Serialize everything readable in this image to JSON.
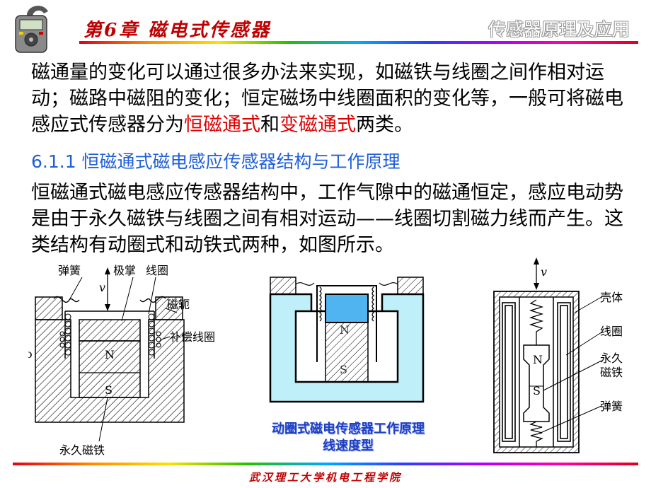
{
  "header": {
    "chapter_title": "第6章  磁电式传感器",
    "course_name": "传感器原理及应用"
  },
  "intro": {
    "part1": "磁通量的变化可以通过很多办法来实现，如磁铁与线圈之间作相对运动；磁路中磁阻的变化；恒定磁场中线圈面积的变化等，一般可将磁电感应式传感器分为",
    "term1": "恒磁通式",
    "and": "和",
    "term2": "变磁通式",
    "part2": "两类。"
  },
  "section": {
    "heading": "6.1.1  恒磁通式磁电感应传感器结构与工作原理",
    "body": "恒磁通式磁电感应传感器结构中，工作气隙中的磁通恒定，感应电动势是由于永久磁铁与线圈之间有相对运动——线圈切割磁力线而产生。这类结构有动圈式和动铁式两种，如图所示。"
  },
  "figure_left": {
    "labels": {
      "spring": "弹簧",
      "pole_shoe": "极掌",
      "coil": "线圈",
      "velocity": "v",
      "yoke": "磁轭",
      "compensation_coil": "补偿线圈",
      "n_pole": "N",
      "s_pole": "S",
      "magnet": "永久磁铁",
      "side_mark": "o"
    }
  },
  "figure_middle": {
    "labels": {
      "n_pole": "N",
      "s_pole": "S"
    },
    "caption_line1": "动圈式磁电传感器工作原理",
    "caption_line2": "线速度型"
  },
  "figure_right": {
    "labels": {
      "velocity": "v",
      "housing": "壳体",
      "coil": "线圈",
      "magnet_line1": "永久",
      "magnet_line2": "磁铁",
      "n_pole": "N",
      "s_pole": "S",
      "spring": "弹簧"
    }
  },
  "footer": "武汉理工大学机电工程学院",
  "colors": {
    "header_red": "#c00000",
    "highlight_red": "#e00000",
    "heading_blue": "#1f5fd8",
    "caption_blue": "#1f3fc0",
    "diagram_cyan": "#bfeff8",
    "magnet_blue": "#4fb4ef"
  }
}
